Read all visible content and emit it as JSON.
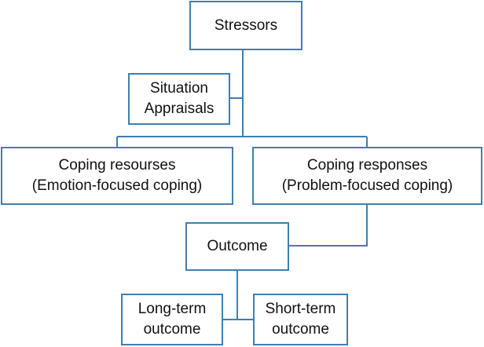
{
  "colors": {
    "box_border": "#3f7fae",
    "connector": "#3f7fae",
    "text": "#111111",
    "background": "#ffffff"
  },
  "nodes": {
    "stressors": {
      "lines": [
        "Stressors"
      ]
    },
    "appraisals": {
      "lines": [
        "Situation",
        "Appraisals"
      ]
    },
    "resources": {
      "lines": [
        "Coping resourses",
        "(Emotion-focused coping)"
      ]
    },
    "responses": {
      "lines": [
        "Coping responses",
        "(Problem-focused coping)"
      ]
    },
    "outcome": {
      "lines": [
        "Outcome"
      ]
    },
    "longterm": {
      "lines": [
        "Long-term",
        "outcome"
      ]
    },
    "shortterm": {
      "lines": [
        "Short-term",
        "outcome"
      ]
    }
  },
  "edges": [
    {
      "from": "stressors",
      "to": "resources"
    },
    {
      "from": "stressors",
      "to": "responses"
    },
    {
      "from": "appraisals",
      "to": "stressors"
    },
    {
      "from": "responses",
      "to": "outcome"
    },
    {
      "from": "outcome",
      "to": "longterm"
    },
    {
      "from": "outcome",
      "to": "shortterm"
    }
  ]
}
